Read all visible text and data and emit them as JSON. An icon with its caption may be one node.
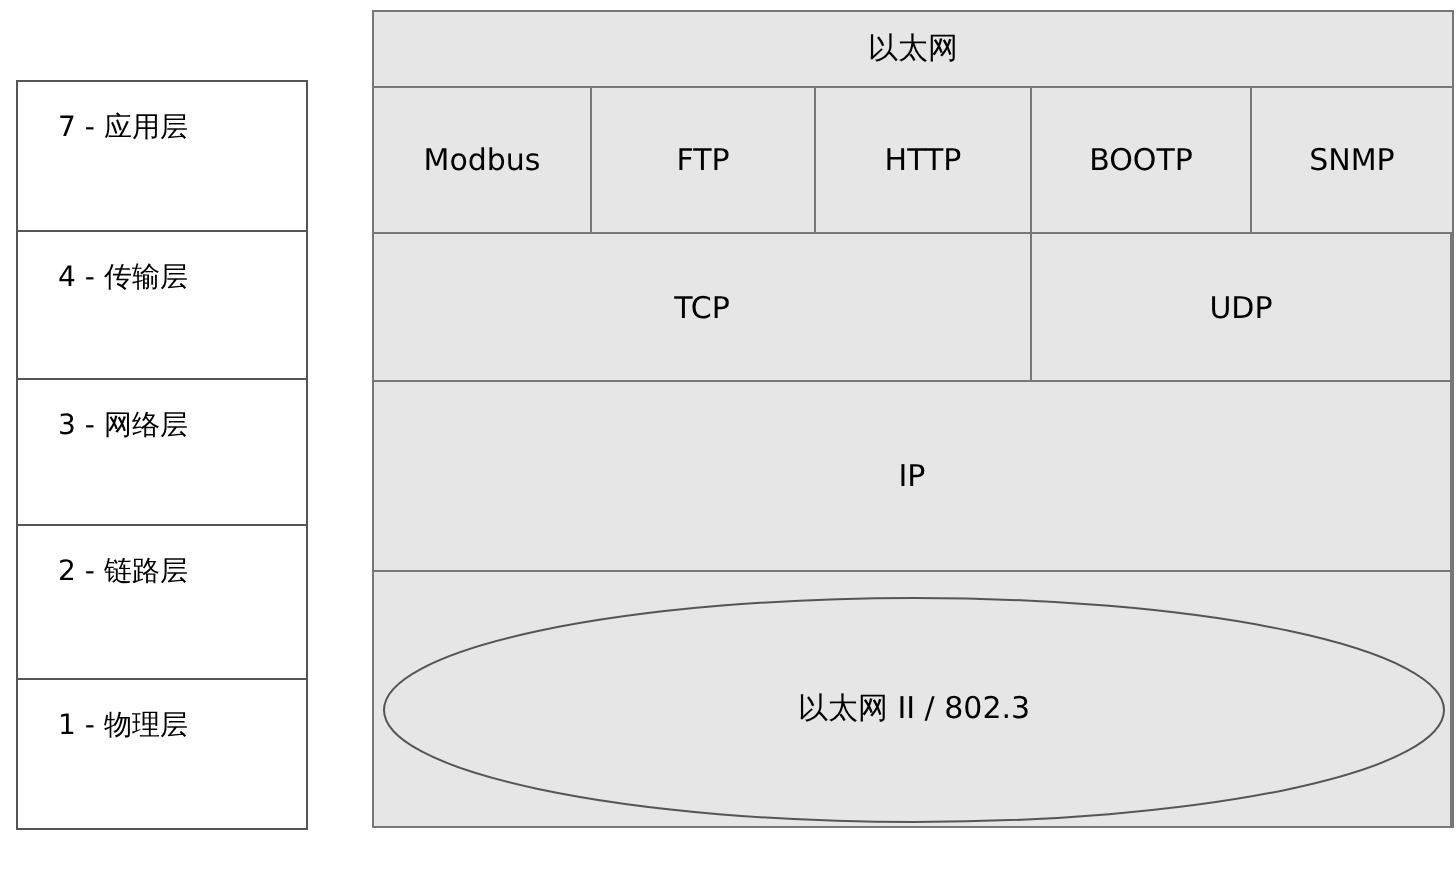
{
  "diagram": {
    "nodes": [
      {
        "text": [
          "7 - 应用层"
        ]
      },
      {
        "text": [
          "4 - 传输层"
        ]
      },
      {
        "text": [
          "3 - 网络层"
        ]
      },
      {
        "text": [
          "2 - 链路层"
        ]
      },
      {
        "text": [
          "1 - 物理层"
        ]
      },
      {
        "text": [
          "以太网"
        ]
      },
      {
        "text": [
          "Modbus"
        ],
        "in": 5
      },
      {
        "text": [
          "FTP"
        ],
        "in": 5
      },
      {
        "text": [
          "HTTP"
        ],
        "in": 5
      },
      {
        "text": [
          "BOOTP"
        ],
        "in": 5
      },
      {
        "text": [
          "SNMP"
        ],
        "in": 5
      },
      {
        "text": [
          "TCP"
        ],
        "in": 5
      },
      {
        "text": [
          "UDP"
        ],
        "in": 5
      },
      {
        "text": [
          "IP"
        ],
        "in": 5
      },
      {
        "text": [],
        "shape": "box",
        "in": 5
      },
      {
        "text": [
          "以太网 II / 802.3"
        ],
        "in": 14
      }
    ],
    "edges": []
  }
}
